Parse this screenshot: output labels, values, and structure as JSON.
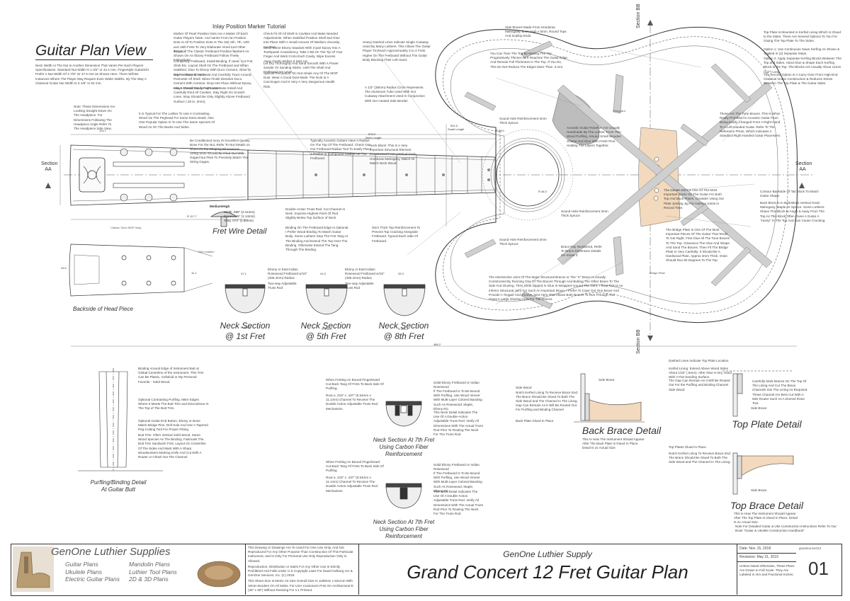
{
  "plan": {
    "view_title": "Guitar Plan View",
    "section_aa": "Section AA",
    "section_bb": "Section BB",
    "fret_wire_title": "Fret Wire Detail",
    "fret_wire_spec": {
      "title": "Medium/High",
      "width": "Width .095\" (2.41mm)",
      "crown": "Crown.045\" (1.14mm)",
      "tang": "Tang .073\" (1.85mm)"
    },
    "headpiece_title": "Backside of Head Piece",
    "inlay_title": "Inlay Position Marker Tutorial",
    "pickguard_label": "Pickguard",
    "bridge_plate_label": "Bridge Plate",
    "classic_inlay": "Classic Torch MOP Inlay",
    "nut_location": "Nut Location"
  },
  "sections": {
    "neck1": [
      "Neck Section",
      "@ 1st Fret"
    ],
    "neck5": [
      "Neck Section",
      "@ 5th Fret"
    ],
    "neck8": [
      "Neck Section",
      "@ 8th Fret"
    ],
    "carbon1": [
      "Neck Section At 7th Fret",
      "Using Carbon Fiber",
      "Reinforcement"
    ],
    "carbon2": [
      "Neck Section At 7th Fret",
      "Using Carbon Fiber",
      "Reinforcement"
    ],
    "purfling": [
      "Purfling/Binding Detail",
      "At Guitar Butt"
    ],
    "back_brace": "Back Brace Detail",
    "top_plate": "Top Plate Detail",
    "top_brace": "Top Brace Detail"
  },
  "notes": {
    "neck_width": "Neck Width At The Nut Is Another Dimension That Varies Per Each Players Specifications. Standard Nut Width Is 1-3/4\" or 44.4 mm. Fingerstyle Guitarist's Prefer A Nut Width Of 1-7/8\" Or 47.6 mm as Shown Here. There Will Be Instances Where The Player May Require Even Wider Widths. By The Way A Classical Guitar Nut Width Is 2-1/8\" or 54 mm.",
    "inlay_1": "Mother Of Pearl Position Dots Are A Matter Of Each Guitar Players Taste. And Varies From No Position Dots At All To Position Dots At The 3rd, 5th, 7th, 12th and 15th Frets To Very Elaborate Vines And Other Inlays.",
    "inlay_2": "To Install The Classic Fretboard Position Markers As Shown On An Ebony Fretboard Follow These Instructions:",
    "inlay_3": "Completely Fretboard, Install Binding, If Used. Cut Fret Slots Etc. Layout Shell On The Fretboard and When Satisfied, Glue To Ebony With Duco Cement. Allow To Dry For Several Hours.",
    "inlay_4": "Take A Sharp Scratch Awl And Carefully Trace Around Perimeter Of Shell. When Finish Dissolve Duco Cement With Acetone. Drop Into Place Without Epoxy. Inlays Should Easily Pop Loose.",
    "inlay_5": "Use A Dremel Router w/Router Base Install And Carefully Rout All Cavities. Stay Right On Scratch Lines. Inlay Should Be Only Slightly Above Fretboard Surface (.25 to .3mm).",
    "inlay_6": "Check Fit Of All Shell In Cavities And Make Needed Adjustments. When Satisfied Position Shell and Glue Into Place With A Small Amount Of Medium Viscosity CA Glue.",
    "inlay_7": "Mesh Some Ebony Sawdust With 2-part Epoxy Into A Toothpaste Consistency. Take A Bit On The Tip Of Your Finger And Work It Into Each Cavity. Wipe Excess Away Gently Before It Sets Up.",
    "inlay_8": "Let Dry Thoroughly And Sand Smooth With A Power Sander Or Sanding Sticks. Until The Shell And Fretboard Are Level.",
    "inlay_9": "Special Precaution: Do Not Inhale Any Of The MOP Dust. Wear A Good Dust Mask. The Dust Is A Carcinogen And Is Very A Very Dangerous Health Risk.",
    "heavy_dashed": "Heavy Dashed Lines Indicate Single Cutaway Used By Many Luthiers. This Allows The Guitar Player To Reach Approximately 3 to 4 Frets Higher On The Fretboard Without The Guitar Body Blocking Their Left Hand.",
    "side_braces": "Side Braces Made From Honduras Mahogany, 6mm High x 5mm, Round Tops And Scallop Ends.",
    "tap_ring": "You Can Tone The Top By Making The Top Progressively Thinner As It Reaches The Guitar Edge And Remain Full Thickness In The Top. If You Do, This Do Not Reduce The Edges More Than .3 mm.",
    "top_plate_mounted": "Top Plate Is Mounted In Kerfed Lining Which Is Glued to the Sides. There Are Several Options To You For Gluing The Top Plate To The Sides.",
    "option_1": "Option 1: Use Continuous Sawn Kerfing As Shown & Applied In (2) Separate Steps.",
    "option_2": "Option 2: Apply Separate Kerfing Blocks Between The Top and Sides. Hand Glue & Shape Each Kerfing Block to the Top. The Blocks Are Usually About 12mm (1/2\") Long.",
    "option_3": "The Second Option Is A Carry Over From High-End Classical Guitar Construction & Reduces Stress Between The Top Plate & The Guitar Sides.",
    "ext_dim": "It Is Typical For The Luthier To Use A Contrasting Wood On The Peghead For Some Extra Detail. Also One Popular Option Is To Use The Same Species Of Wood As On The Backs And Sides.",
    "note_dims": "Note: These Dimensions Are Looking Straight Down On The Headpiece. For Dimensions Following The Headpiece Angle Refer To The Headpiece Side View.",
    "precondition": "Be Conditioned Ivory Or Excellent Quality Bone For the Nut. Refer To Nut Details on Sheet #4 For Shaping Dimensions.",
    "string_slots": "String Slots Should Be Filed Out With Gaged Nut Files To Precisely Match The String Gages.",
    "fretboard_radius": "Typically Acoustic Guitars Have A Radius On The Top Of The Fretboard. Check Out Our Fretboard Radius Tool To Easily Place A Radius or Compound Radius On The Fretboard.",
    "neck_block": "Neck Block: This Is A Very Important Structural Element Constructed From Vertical Grain Honduras Mahogany, Match Or Match Neck Wood.",
    "radius_circle": "A 1/2\" (38mm) Radius Circle Represents The Aluminum Tube Used With Our Cutaway Attachment Used In Conjunction With Our Heated Side Bender.",
    "acoustic_rosettes": "Acoustic Guitar Rosettes Are Usually Handmade By The Luthier. From Thin Wood Purfling, Around Small Wooden Shums And Glue With Fresh Pine Holding The Layers Together.",
    "tone_braces": "These Are The Tone Braces. This Is What Really Prohibits An Acoustic Guitar From Being Easily Changed From A Right Hand To A Left-Handed Guitar. Refer To The Reference Photo, Which Indicates A Standard Right Handed Guitar Placement.",
    "contour_backside": "Contour Backside Of Tail Block To Match Guitar Shape.",
    "tail_block": "Back Block Is In Built Block Vertical Grain Mahogany, Maple Or Spruce. Some Luthiers Shave This Block at Angle & Away From The Top As This Block Often Gives A Guitar A \"Hump\" In The Top And Can Cause Cracking.",
    "center_joint": "The Center Joint Is One Of The Most Important Joints On The Guitar For Both Top And Back Plates. Consider Using Our Plate Jointing Jig For Hairline Joints In Record Time.",
    "bridge_plate": "The Bridge Plate Is One Of The Most Important Pieces Of The Guitar That Tends To Get Right. First Glue All The Tone Braces To The Top. Clearance The Glue And Shape And Sand The Braces. Then Fit The Bridge Plate In Very Carefully. It Should Be A Hardwood Plate, Approx 3mm Thick. Grain Should Run 90 Degrees To The Top.",
    "sound_hole_1": "Sound Hole Reinforcement 3mm Thick Spruce",
    "sound_hole_2": "Sound Hole Reinforcement 3mm Thick Spruce",
    "brace_ray": "Brace Ray Numbered, Refer To Brace Dimension Details On Sheet 3",
    "intersection": "The Intersection Joint Of The Major Structural Braces or The \"X\" Brace Is Usually Constructed By Running One Of The Braces Through And Butting The Other Brace To The Side And Glueing. Then Cloth Dipped In Glue Is Wrapped Around The Joint. I Tend This Is An Inferior Structural Joint For Such An Important Brace. I Prefer To Cope Out One Brace And Provide A Tongue And Groove Joint Here That Allows Both Braces To Run Through And Gives A Large Glueing Area For The Braces.",
    "double_action": "Double-Action Truss Rod. Cut Channel In Neck. Express Highest Point Of Rod Slightly Below Top Surface of Neck.",
    "binding_fretboard": "Binding On The Fretboard Edge Is Optional. I Prefer Wood Binding To Match Guitar Body. Some Luthiers Stop The Fret Tang At The Binding And Extend The Top Over The Binding. Otherwise Extend The Tang Through The Binding.",
    "thin_strip": "3mm Thick Top Reinforcement To Prevent Top Cracking Alongside Fretboard. Typical Each Side Of Fretboard.",
    "ebony_1": "Ebony or East Indian Rosewood Fretboard w/16\" (406.4mm) Radius",
    "ebony_2": "Ebony or East Indian Rosewood Fretboard w/16\" (406.4mm) Radius",
    "two_way_1": "Two-way Adjustable Truss Rod",
    "two_way_2": "Two-way Adjustable Truss Rod",
    "binding_around": "Binding Around Edge of Instrument Butt at Global Centerline of the Instrument. This Trim Can Be Plastic, Celluloid or My Personal Favorite - Solid Wood.",
    "optional_purfling": "Optional Contrasting Purfling. Miter Edges Where It Meets The Butt Trim and Discontinue At The Top of The Butt Trim.",
    "optional_butt": "Optional Guitar End Button, Ebony or Bone Match Bridge Pins. Drill Hole And Use A Tapered Peg-Cutting Tool For Proper Fitting.",
    "butt_trim": "Butt Trim: Often Vertical Solid Wood, Same Wood Species As The Binding. Fabricate The Butt Trim Sandwich First. Layout On Centerline Of The Sides And Mark With A Sharp Woodworkers Marking Knife And Cut With A Router or Chisel Out The Channel.",
    "carbon_a1": "When Fretting An Bound Fingerboard Cut Back Tang Of Frets To Back Side Of Purfling.",
    "carbon_a2": "Rout a .218\" x .437\" (5.54mm x 11.1mm) Channel To Receive The Double Action Adjustable Truss Rod Mechanism.",
    "carbon_a3": "Solid Ebony Fretboard or Indian Rosewood",
    "carbon_a4": "If The Fretboard Is To Be Bound With Purfling, Use Wood Veneer With Multi-Layer Colored Banding Such As Rosewood, Maple, Ebony Etc.",
    "carbon_a5": "This Neck Detail Indicates The Use Of A Double-Action Adjustable Truss Rod. Verify All Dimensions With The Actual Truss Rod Prior To Routing The Neck For The Truss Rod.",
    "dashed_lines": "Dashed Lines Indicate Top Plate Location",
    "kerfed_lining": "Kerfed Lining: Extend Above Wood Sides About 1/32\" (.8mm). After Glue Is Dry, Sand With A Flat Sanding Surface.",
    "top_gap": "The Gap Can Remain As It Will Be Routed Out For the Purfling and Binding Channel",
    "carefully_mark": "Carefully Mark Braces On The Top Of The Lining And Cut The Brace Channels Into The Lining As Required. These Channel Are Best Cut With A Mini Router Such As A Dremel Rotor Tool.",
    "side_wood": "Side Wood",
    "side_brace": "Side Brace",
    "notch_kerfed": "Notch Kerfed Lining To Receive Brace End. The Brace Should Be Glued To Both The Side Wood and The Channel In The Lining.",
    "gap_routed": "Gap Can Remain As It Will Be Routed Out For Purfling and Binding Channel",
    "back_plate_glued": "Back Plate Glued In Place",
    "back_brace_instr": "This Is How The Instrument Should Appear After The Back Plate Is Glued In Place. Detail Is 2x Actual Size.",
    "top_plates_glued": "Top Plates Glued In Place",
    "notch_top": "Notch Kerfed Lining To Receive Brace End. The Brace Should Be Glued To Both The Side Wood and The Channel In The Lining.",
    "top_brace_instr": "This Is How The Instrument Should Appear After The Top Plate Is Glued In Place. Detail Is 2x Actual Size.",
    "detailed_note": "Note For Detailed Guitar & Uke Construction Instructions Refer To Our Book \"Guitar & Ukulele Construction Handbook\""
  },
  "dimensions": [
    "124.7",
    "30.5",
    "16.9",
    "20.2",
    "110.0",
    "34.1",
    "18.0",
    "R 17.7",
    "R 12.2",
    "R 117.7",
    "36.6",
    "100.1",
    "43.2",
    "43.0",
    "77.9",
    "37.8",
    "11.1",
    "101.56°",
    "575.9",
    "Neck Length",
    "631.0",
    "Scale Length",
    "R 38.0",
    "R 48.3",
    "399.9",
    "486.2",
    "516.8",
    "R 406.4",
    "47.1",
    "41.3",
    "33.3",
    "29.0",
    "31.1",
    "33.2",
    "15.7",
    "9.5",
    "21.9",
    "51.8",
    "20.5",
    "36.6",
    "R 5",
    "5.4",
    "7.1",
    "22.0",
    "22.3",
    "3.0",
    "10.1",
    "16.1",
    "10.0",
    "25.0",
    "R 6.3"
  ],
  "title_block": {
    "brand": "GenOne Luthier Supplies",
    "plans_col1": [
      "Guitar Plans",
      "Ukulele Plans",
      "Electric Guitar Plans"
    ],
    "plans_col2": [
      "Mandolin Plans",
      "Luthier Tool Plans",
      "2D & 3D Plans"
    ],
    "legal_1": "This Drawing or Drawings Are To Used For One Use Only, And Not Reproduced For Any Other Purpose Than Construction Of This Particular Instrument, and Is Only For Personal Use Only Reproduction Only Is Allowed.",
    "legal_2": "Reproduction, Distribution or Sales For Any Other Use Is Strictly Prohibited And Falls Under U.S Copyright Laws For David Ivelburg AIA & GenOne Services, Inc. (C) 2019.",
    "legal_3": "This Sheet Size Is Metric A0 Size Overall Size Is 1189mm x 841mm With 10mm Borders On All Sides. For USA Customers Print On Architectural E (36\" x 48\") Without Resizing For 1:1 Printout.",
    "company": "GenOne Luthier Supply",
    "plan_title": "Grand Concert 12 Fret Guitar Plan",
    "date": "Date: Nov. 15, 2018",
    "revisions": "Revisions: May 31, 2019",
    "notice": "Unless Noted Otherwise, These Plans Are Drawn to Full Scale. They Are Labeled in mm and Fractional Inches.",
    "file_name": "grandconcert12",
    "sheet_number": "01"
  },
  "colors": {
    "line": "#333333",
    "brace_fill": "#cfcfcf",
    "wood_fill": "#f3d9bd",
    "pickguard": "#bdbdbd"
  }
}
